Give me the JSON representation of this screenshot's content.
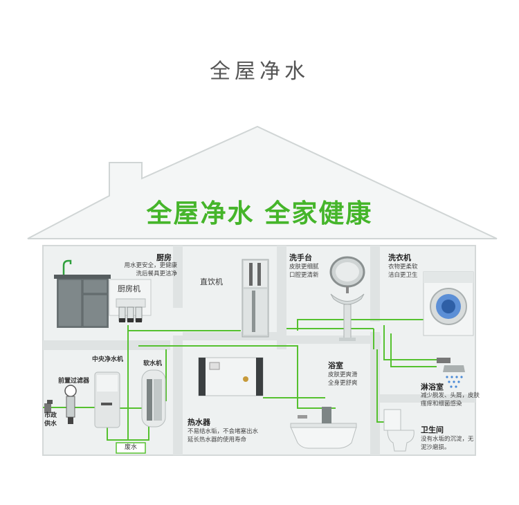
{
  "page": {
    "title": "全屋净水",
    "slogan": "全屋净水 全家健康"
  },
  "rooms": {
    "kitchen": {
      "title": "厨房",
      "desc": [
        "用水更安全，更健康",
        "洗后餐具更洁净"
      ],
      "device": "厨房机"
    },
    "drinking": {
      "title": "直饮机"
    },
    "washbasin": {
      "title": "洗手台",
      "desc": [
        "皮肤更细腻",
        "口腔更清新"
      ]
    },
    "washer": {
      "title": "洗衣机",
      "desc": [
        "衣物更柔软",
        "洁白更卫生"
      ]
    },
    "central": {
      "title": "中央净水机"
    },
    "softener": {
      "title": "软水机"
    },
    "prefilter": {
      "title": "前置过滤器"
    },
    "municipal": {
      "title": [
        "市政",
        "供水"
      ]
    },
    "wastewater": {
      "title": "废水"
    },
    "heater": {
      "title": "热水器",
      "desc": [
        "不易结水垢，不会堵塞出水",
        "延长热水器的使用寿命"
      ]
    },
    "bath": {
      "title": "浴室",
      "desc": [
        "皮肤更爽滑",
        "全身更舒爽"
      ]
    },
    "shower": {
      "title": "淋浴室",
      "desc": [
        "减少脱发、头屑，皮肤",
        "瘙痒和细菌感染"
      ]
    },
    "toilet": {
      "title": "卫生间",
      "desc": [
        "没有水垢的沉淀，无",
        "泥沙磨损。"
      ]
    }
  },
  "colors": {
    "pipe": "#55c12f",
    "wall": "#d9dddd",
    "wall_fill": "#e9ecec",
    "slogan": "#45b52a"
  }
}
